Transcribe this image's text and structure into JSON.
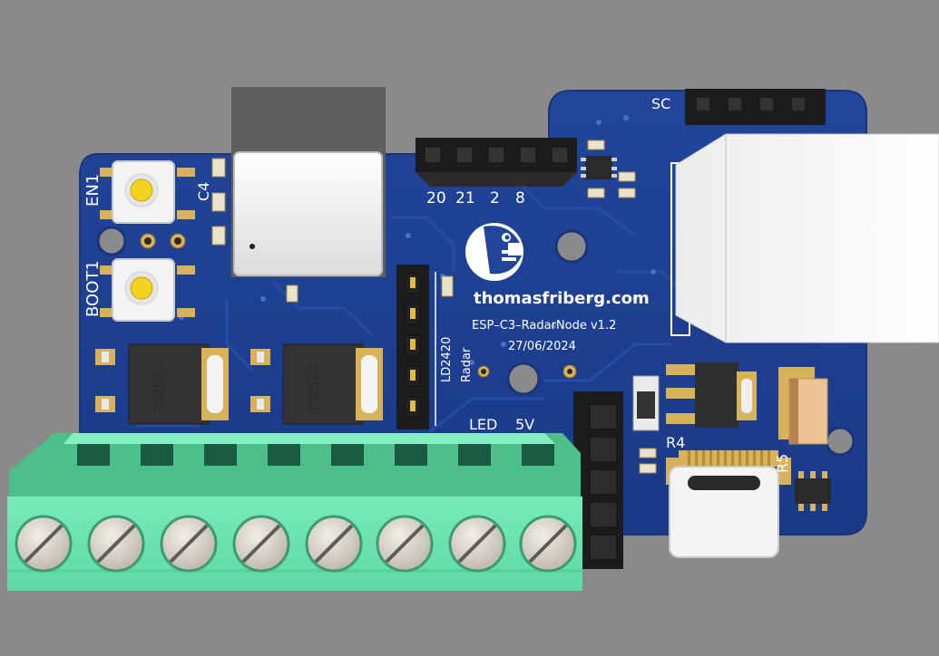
{
  "colors": {
    "background": "#8a8a8a",
    "pcb": "#1f3f8f",
    "pcb_trace": "#2a4ea8",
    "silkscreen": "#ffffff",
    "terminal_block": "#6fe6b3",
    "header": "#1c1c1c",
    "gold": "#d8b25a"
  },
  "board": {
    "url": "thomasfriberg.com",
    "name": "ESP–C3–RadarNode v1.2",
    "date": "27/06/2024",
    "radar_label": "LD2420",
    "radar_sub": "Radar",
    "led_label": "LED",
    "v5_label": "5V",
    "sda_partial": "SC"
  },
  "designators": {
    "en1": "EN1",
    "boot1": "BOOT1",
    "c4": "C4",
    "r4": "R4",
    "r5": "R5"
  },
  "pins": [
    "20",
    "21",
    "2",
    "8"
  ],
  "packages": [
    "TO252-2",
    "TO252-2"
  ],
  "icons": [
    "mascot-logo-icon"
  ]
}
